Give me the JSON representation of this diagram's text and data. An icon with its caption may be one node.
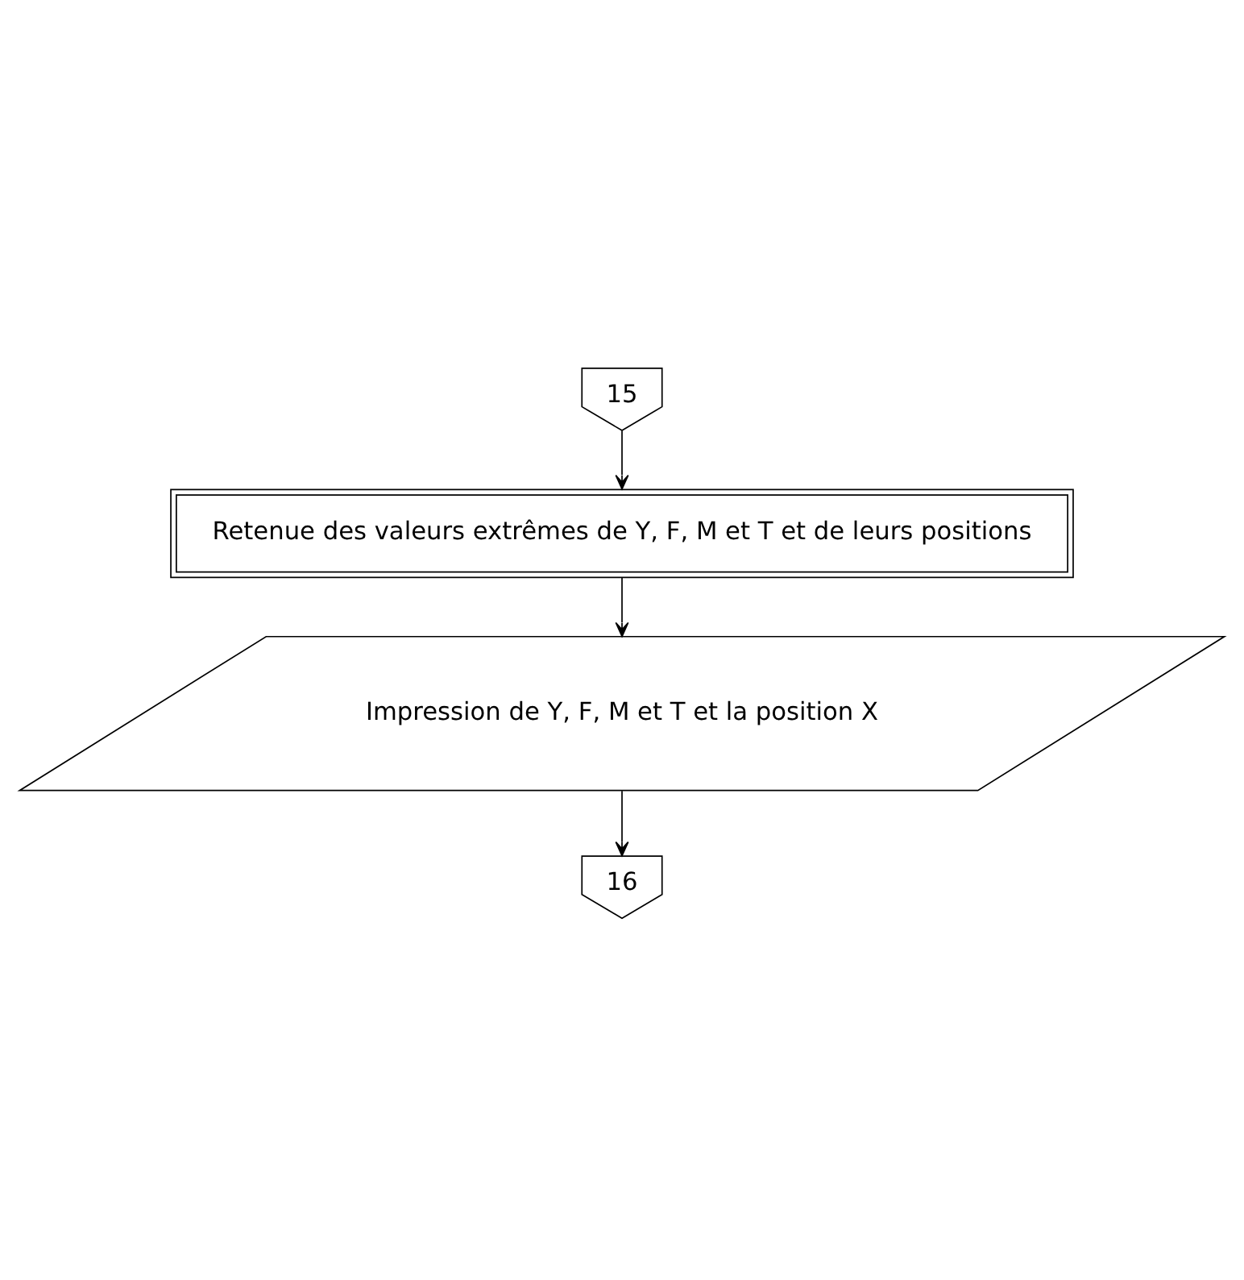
{
  "diagram": {
    "nodes": [
      {
        "text": [
          "15"
        ]
      },
      {
        "text": [
          "Retenue des valeurs extrêmes de Y, F, M et T et de leurs positions"
        ]
      },
      {
        "text": [
          "Impression de Y, F, M et T et la position X"
        ]
      },
      {
        "text": [
          "16"
        ]
      }
    ],
    "edges": [
      {
        "from": 0,
        "to": 1,
        "arrow": "to"
      },
      {
        "from": 1,
        "to": 2,
        "arrow": "to"
      },
      {
        "from": 2,
        "to": 3,
        "arrow": "to"
      }
    ]
  }
}
